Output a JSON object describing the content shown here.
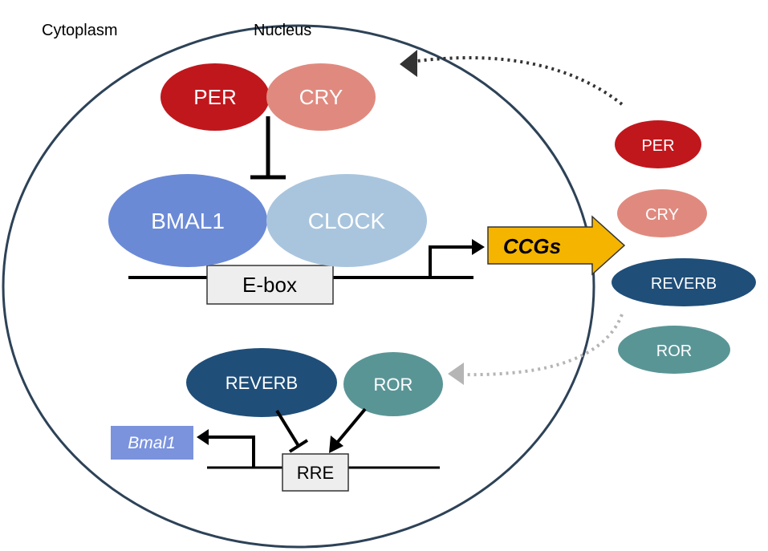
{
  "labels": {
    "cytoplasm": "Cytoplasm",
    "nucleus": "Nucleus"
  },
  "proteins": {
    "per_nuclear": "PER",
    "cry_nuclear": "CRY",
    "bmal1": "BMAL1",
    "clock": "CLOCK",
    "reverb_nuclear": "REVERB",
    "ror_nuclear": "ROR",
    "per_cyto": "PER",
    "cry_cyto": "CRY",
    "reverb_cyto": "REVERB",
    "ror_cyto": "ROR"
  },
  "dna": {
    "ebox": "E-box",
    "rre": "RRE",
    "ccgs": "CCGs",
    "bmal1_gene": "Bmal1"
  },
  "colors": {
    "per": "#c0171d",
    "cry": "#e08a7f",
    "bmal1": "#6b8ad6",
    "clock": "#a9c5de",
    "reverb": "#1f4e79",
    "ror": "#5a9596",
    "ccgs": "#f5b400",
    "bmal1_gene_box": "#7b93dd",
    "nucleus_outline": "#2d4257"
  }
}
